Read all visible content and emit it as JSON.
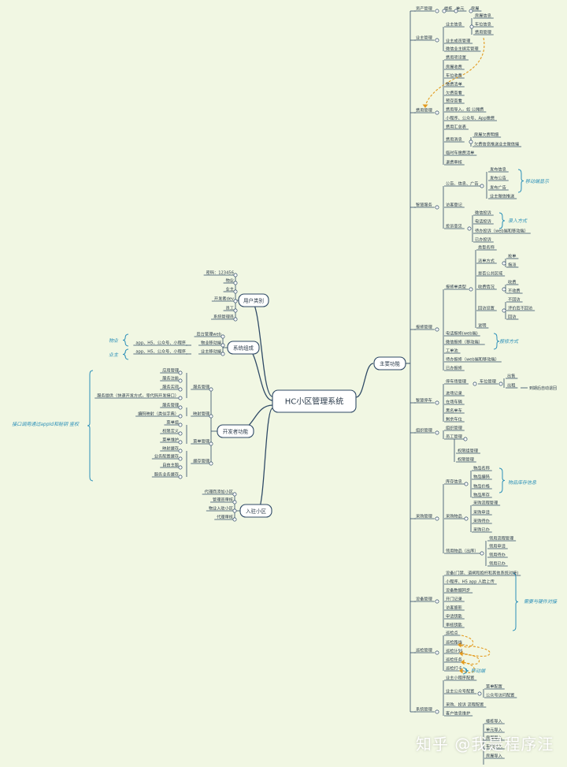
{
  "colors": {
    "background": "#f1f7e3",
    "line": "#2f4a66",
    "text": "#2a3a4a",
    "annotation": "#2a8fb8",
    "arrow": "#e39a1e"
  },
  "root": "HC小区管理系统",
  "main": "主要功能",
  "left_branches": {
    "users": {
      "label": "用户类别",
      "items": [
        "密码：123456",
        "物业",
        "业主",
        "开发者dev",
        "员工",
        "系统管理员"
      ]
    },
    "system": {
      "label": "系统组成",
      "items": [
        "后台管理web",
        "物业移动端",
        "业主移动端"
      ],
      "sub_prop": "app、H5、公众号、小程序",
      "sub_owner": "app、H5、公众号、小程序",
      "note_prop": "物业",
      "note_owner": "业主"
    },
    "dev": {
      "label": "开发者功能",
      "service": "服务管理",
      "service_items": [
        "应用管理",
        "服务注册",
        "服务实现",
        "服务提供（快速开发方式，零代码开发接口）"
      ],
      "mapping": "映射管理",
      "mapping_items": [
        "服务管理",
        "编码映射（类似字典）"
      ],
      "menu": "菜单管理",
      "menu_items": [
        "菜单组",
        "权限定义",
        "菜单维护"
      ],
      "cache": "缓存管理",
      "cache_items": [
        "映射缓存",
        "业务配置缓存",
        "自由主题",
        "服务业务缓存"
      ],
      "side_note": "接口调用通过appId和秘钥 鉴权"
    },
    "join": {
      "label": "入驻小区",
      "items": [
        "代理商添加小区",
        "管理员审核",
        "物业入驻小区",
        "代理审核"
      ]
    }
  },
  "sections": {
    "asset": {
      "label": "资产管理",
      "items": [
        "楼栋",
        "单元",
        "房屋"
      ]
    },
    "owner": {
      "label": "业主管理",
      "sub": "业主信息",
      "sub_items": [
        "房屋信息",
        "车位信息",
        "费用管理"
      ],
      "items": [
        "业主成员管理",
        "微信业主绑定管理"
      ]
    },
    "fee": {
      "label": "费用管理",
      "items": [
        "费用项设置",
        "房屋收费",
        "车位收费",
        "缴费清单",
        "欠费查看",
        "预存查看",
        "费用导入，如 公摊费",
        "小程序、公众号、App缴费",
        "费用汇总表"
      ],
      "msg": "费用消息",
      "msg_items": [
        "房屋欠费明细",
        "欠费信息推送业主微信端"
      ],
      "tail": [
        "临时车缴费清单",
        "退费审核"
      ]
    },
    "smart": {
      "label": "智慧服务",
      "notice": "公告、信息、广告",
      "notice_items": [
        "发布信息",
        "发布公告",
        "发布广告",
        "业主微信推送"
      ],
      "notice_note": "移动端显示",
      "visitor": "访客登记",
      "complaint": "投诉意见",
      "complaint_items": [
        "微信投诉",
        "电话投诉",
        "待办投诉（web端和移动端）",
        "已办投诉"
      ],
      "complaint_note": "录入方式"
    },
    "repair": {
      "label": "报修管理",
      "setting": "报修单类型",
      "type_name": "类型名称",
      "dispatch": "派单方式",
      "dispatch_items": [
        "抢单",
        "指派"
      ],
      "public": "是否公共区域",
      "charge": "收费情况",
      "charge_items": [
        "收费",
        "不收费"
      ],
      "visit": "回访设置",
      "visit_items": [
        "不回访",
        "评价后不回访",
        "回访"
      ],
      "desc": "说明",
      "items": [
        "电话报修(web端)",
        "微信报修（移动端）",
        "工单池",
        "待办报修（web端和移动端）",
        "已办报修"
      ],
      "note": "报修方式"
    },
    "property": {
      "label": "智慧停车",
      "detail": "停车场管理",
      "detail_sub": "车位管理",
      "detail_items": [
        "出售",
        "出租"
      ],
      "rent_note": "到期后自动退回",
      "items": [
        "进场记录",
        "在场车辆",
        "黑名单车",
        "剩余车位"
      ]
    },
    "org": {
      "label": "组织管理",
      "items": [
        "组织管理",
        "员工管理"
      ],
      "staff_items": [
        "权限组管理",
        "权限管理"
      ]
    },
    "purchase": {
      "label": "采购管理",
      "stock": "库存信息",
      "stock_items": [
        "物品名称",
        "物品编码",
        "物品价格",
        "物品库存"
      ],
      "stock_note": "物品库存信息",
      "buy": "采购物品",
      "buy_items": [
        "采购流程管理",
        "采购申请",
        "采购待办",
        "采购已办"
      ],
      "use": "领用物品（出库）",
      "use_items": [
        "领用流程管理",
        "领用申请",
        "领用待办",
        "领用已办"
      ]
    },
    "device": {
      "label": "设备管理",
      "items": [
        "设备(门禁、道闸和抱杆和其他系统对接)",
        "小程序、H5 app 人脸上传",
        "设备数据同步",
        "开门记录",
        "访客留影",
        "申请钥匙",
        "审核钥匙"
      ],
      "note": "需要与硬件对接"
    },
    "patrol": {
      "label": "巡检管理",
      "items": [
        "巡检点",
        "巡检路线",
        "巡检计划",
        "巡检任务",
        "巡检打卡"
      ],
      "note": "移动端"
    },
    "system": {
      "label": "系统管理",
      "items": [
        "业主小程序配置",
        "业主公众号配置"
      ],
      "sub_items": [
        "菜单配置",
        "公众号访问配置"
      ],
      "more": [
        "采购、投诉 流程配置",
        "客户信息维护"
      ],
      "import_items": [
        "楼栋导入",
        "单元导入",
        "房屋导入",
        "车位导入",
        "房屋导入"
      ]
    }
  },
  "watermark": "知乎 @我是程序汪"
}
